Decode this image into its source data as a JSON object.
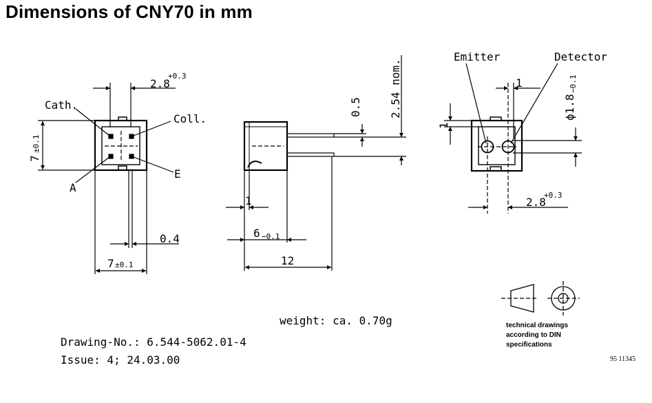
{
  "title": "Dimensions of CNY70 in mm",
  "front_view": {
    "dim_top": "2.8",
    "dim_top_tol": "+0.3",
    "dim_side": "7",
    "dim_side_tol": "±0.1",
    "dim_bottom": "7",
    "dim_bottom_tol": "±0.1",
    "dim_pin": "0.4",
    "label_cath": "Cath.",
    "label_coll": "Coll.",
    "label_a": "A",
    "label_e": "E"
  },
  "side_view": {
    "dim_pin_thick": "0.5",
    "dim_pitch": "2.54 nom.",
    "dim_1": "1",
    "dim_6": "6",
    "dim_6_tol": "−0.1",
    "dim_12": "12"
  },
  "back_view": {
    "label_emitter": "Emitter",
    "label_detector": "Detector",
    "dim_top": "1",
    "dim_left": "1",
    "dim_diam": "ϕ1.8",
    "dim_diam_tol": "−0.1",
    "dim_bottom": "2.8",
    "dim_bottom_tol": "+0.3"
  },
  "weight": "weight: ca. 0.70g",
  "drawing_no": "Drawing-No.: 6.544-5062.01-4",
  "issue": "Issue: 4;  24.03.00",
  "din_note": [
    "technical drawings",
    "according to DIN",
    "specifications"
  ],
  "doc_id": "95 11345"
}
